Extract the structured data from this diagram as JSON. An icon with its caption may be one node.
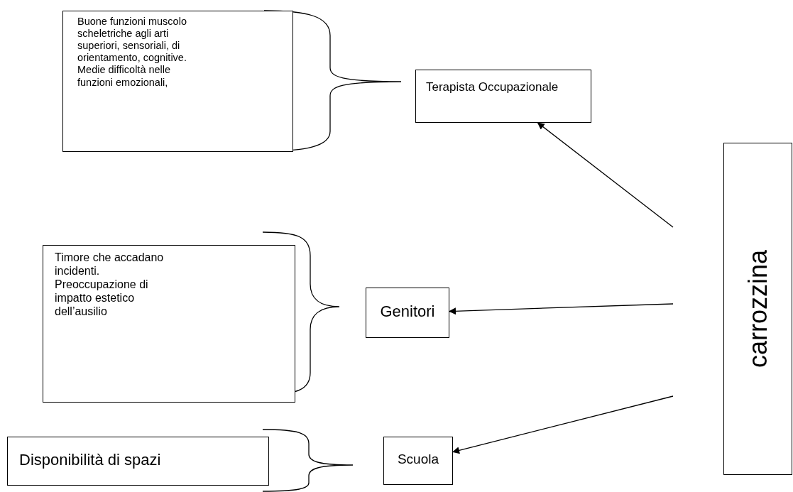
{
  "diagram": {
    "nodes": [
      {
        "text": [
          "Buone funzioni muscolo scheletriche agli arti superiori, sensoriali, di orientamento, cognitive. Medie difficoltà nelle funzioni emozionali,"
        ]
      },
      {
        "text": [
          "Terapista Occupazionale"
        ]
      },
      {
        "text": [
          "Timore che accadano incidenti. Preoccupazione di impatto estetico dell’ausilio"
        ]
      },
      {
        "text": [
          "Genitori"
        ]
      },
      {
        "text": [
          "Disponibilità di spazi"
        ]
      },
      {
        "text": [
          "Scuola"
        ]
      },
      {
        "text": [
          "carrozzina"
        ]
      }
    ],
    "edges": [
      {
        "from": null,
        "to": 1,
        "arrow": "to"
      },
      {
        "from": null,
        "to": 3,
        "arrow": "to"
      },
      {
        "from": null,
        "to": 5,
        "arrow": "to"
      }
    ]
  }
}
